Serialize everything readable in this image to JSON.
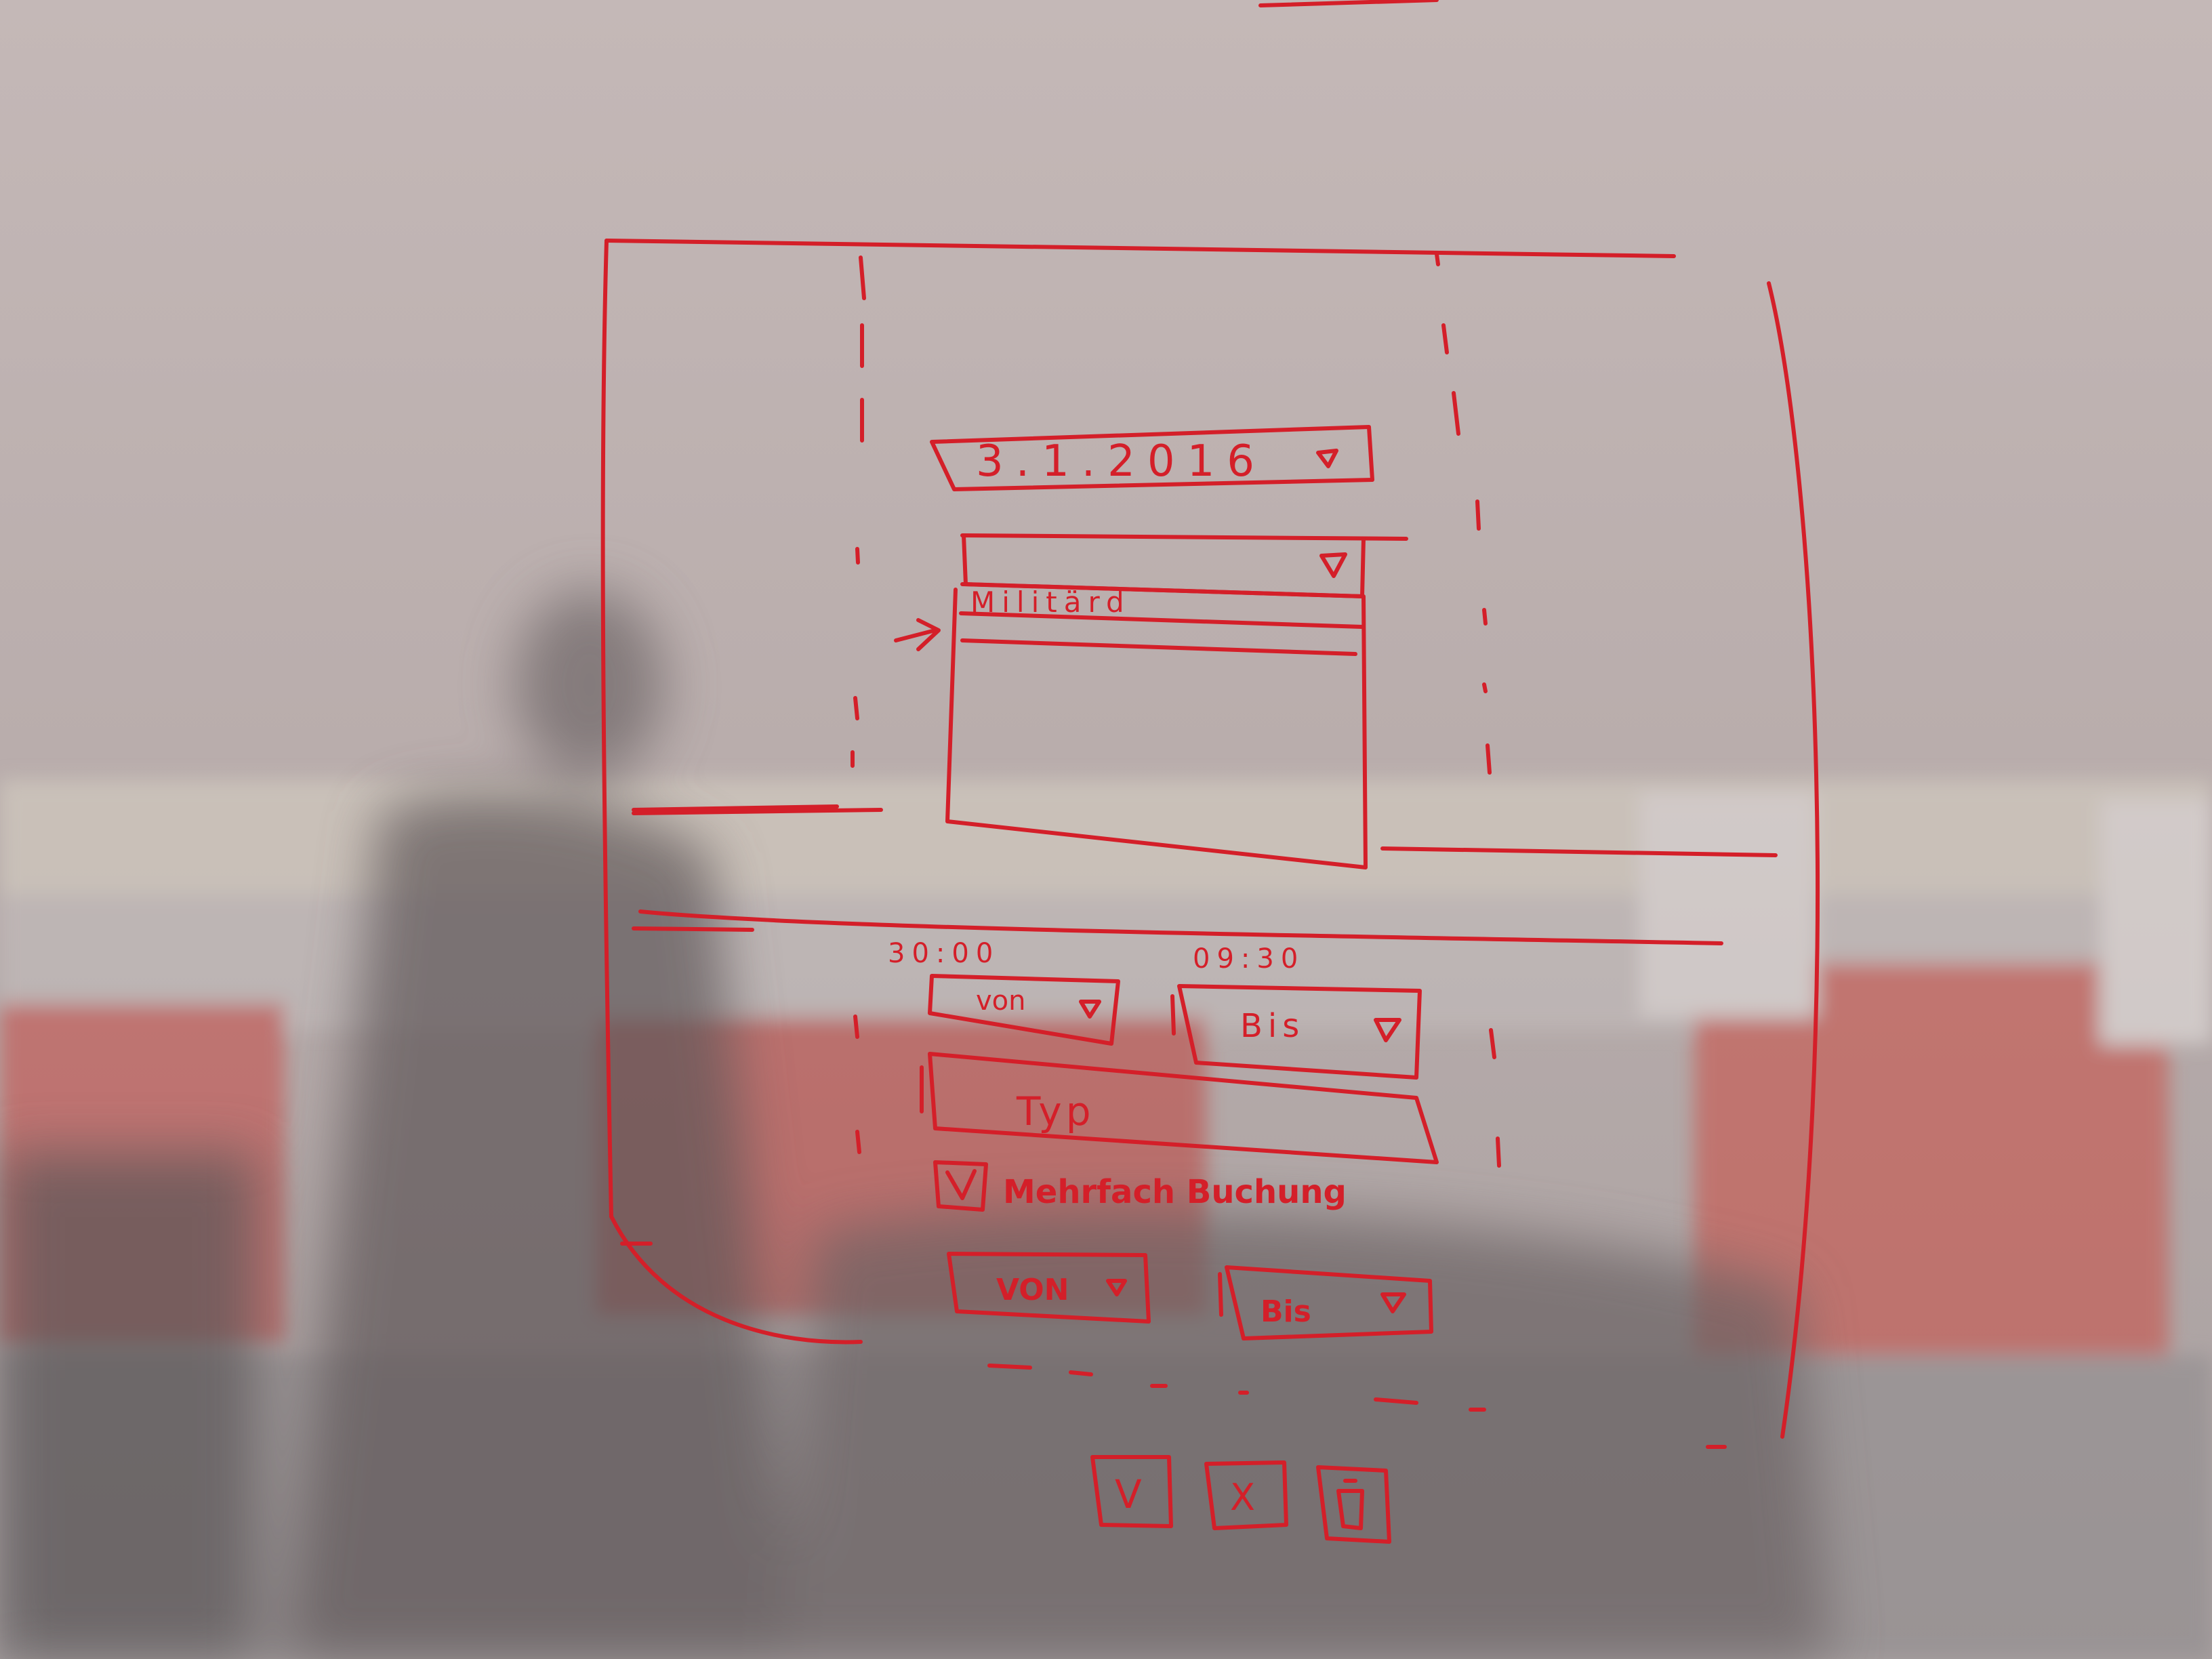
{
  "photo": {
    "subject": "whiteboard-sketch",
    "ink_color": "#d41f29",
    "board_tint": "#bcb0af"
  },
  "sketch": {
    "date_field": {
      "value": "3.1.2016",
      "icon": "triangle-down-icon"
    },
    "dropdown": {
      "icon": "triangle-down-icon",
      "first_item": "Militärd"
    },
    "times": {
      "start": "30:00",
      "end": "09:30"
    },
    "von_select": {
      "label": "von",
      "icon": "triangle-down-icon"
    },
    "bis_select": {
      "label": "Bis",
      "icon": "triangle-down-icon"
    },
    "type_field": {
      "label": "Typ"
    },
    "checkbox": {
      "label": "Mehrfach Buchung",
      "checked": "true"
    },
    "von_select_2": {
      "label": "VON",
      "icon": "triangle-down-icon"
    },
    "bis_select_2": {
      "label": "Bis",
      "icon": "triangle-down-icon"
    },
    "actions": [
      {
        "name": "confirm",
        "glyph": "V",
        "icon": "check-icon"
      },
      {
        "name": "cancel",
        "glyph": "X",
        "icon": "close-icon"
      },
      {
        "name": "delete",
        "glyph": "",
        "icon": "trash-icon"
      }
    ]
  }
}
